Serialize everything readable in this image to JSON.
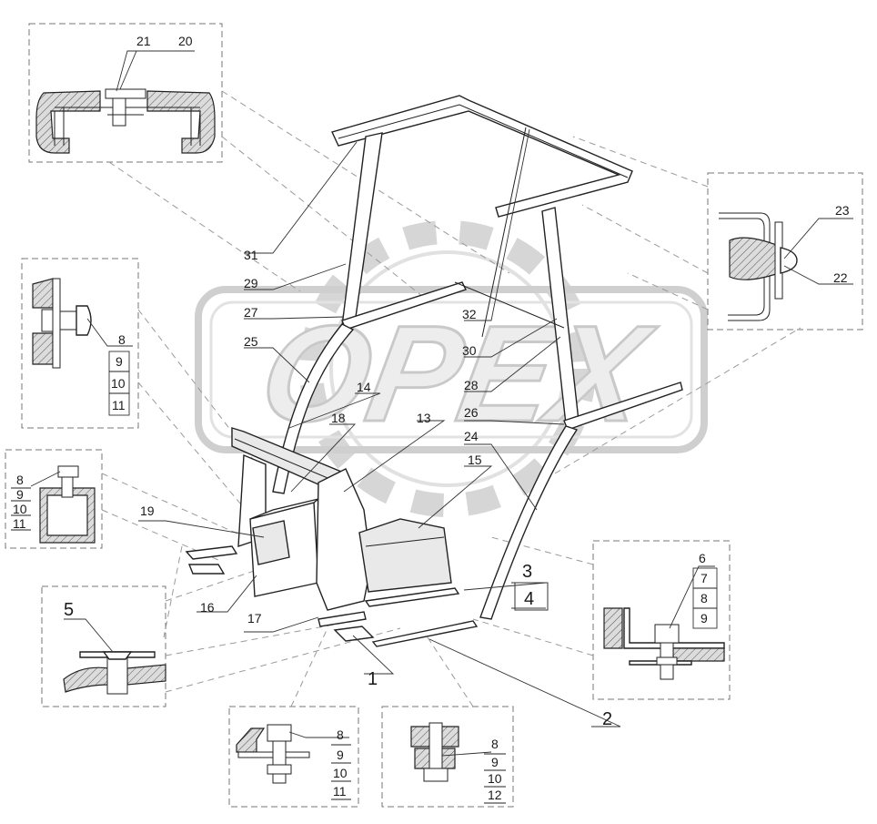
{
  "watermark": "OPEX",
  "callouts": {
    "c1": "1",
    "c2": "2",
    "c3": "3",
    "c4": "4",
    "c5": "5",
    "c13": "13",
    "c14": "14",
    "c15": "15",
    "c16": "16",
    "c17": "17",
    "c18": "18",
    "c19": "19",
    "c20": "20",
    "c21": "21",
    "c22": "22",
    "c23": "23",
    "c24": "24",
    "c25": "25",
    "c26": "26",
    "c27": "27",
    "c28": "28",
    "c29": "29",
    "c30": "30",
    "c31": "31",
    "c32": "32"
  },
  "details": {
    "top": {
      "labels": [
        "21",
        "20"
      ]
    },
    "right": {
      "labels": [
        "23",
        "22"
      ]
    },
    "left_upper": {
      "stack": [
        "8",
        "9",
        "10",
        "11"
      ]
    },
    "left_middle": {
      "stack": [
        "8",
        "9",
        "10",
        "11"
      ]
    },
    "left_lower": {
      "labels": [
        "5"
      ]
    },
    "bottom_left": {
      "stack": [
        "8",
        "9",
        "10",
        "11"
      ]
    },
    "bottom_middle": {
      "stack": [
        "8",
        "9",
        "10",
        "12"
      ]
    },
    "right_lower": {
      "stack": [
        "6",
        "7",
        "8",
        "9"
      ]
    }
  }
}
